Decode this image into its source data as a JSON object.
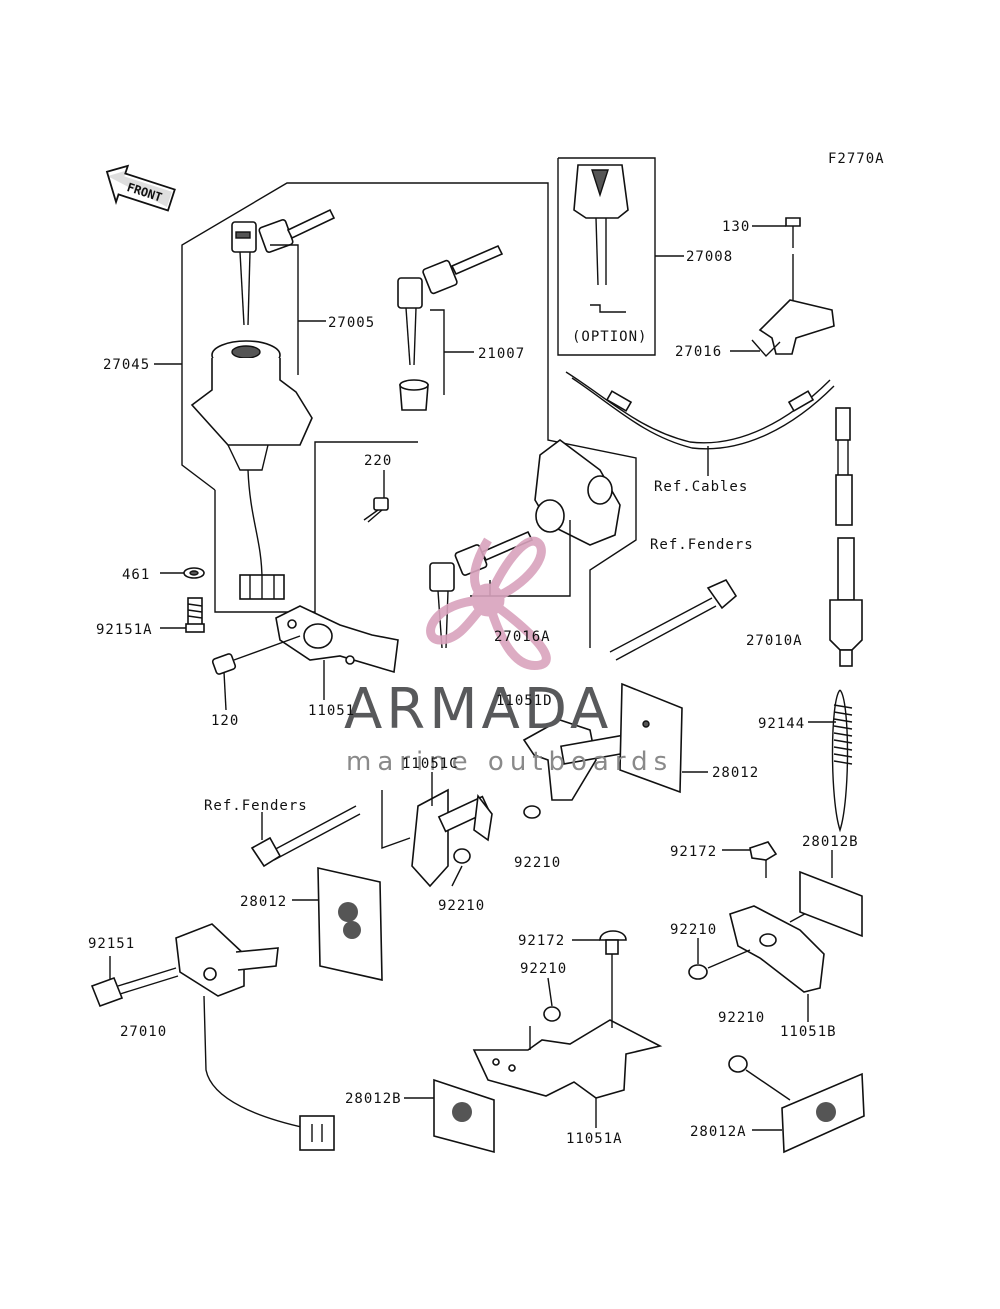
{
  "diagram": {
    "code": "F2770A",
    "front_label": "FRONT",
    "option_label": "(OPTION)",
    "labels": {
      "p27045": "27045",
      "p27005": "27005",
      "p21007": "21007",
      "p27008": "27008",
      "p130": "130",
      "p27016": "27016",
      "ref_cables": "Ref.Cables",
      "ref_fenders_1": "Ref.Fenders",
      "p220": "220",
      "p461": "461",
      "p92151A": "92151A",
      "p120": "120",
      "p11051": "11051",
      "p27016A": "27016A",
      "p11051D": "11051D",
      "p27010A": "27010A",
      "p92144": "92144",
      "p28012_right": "28012",
      "p11051C": "11051C",
      "ref_fenders_2": "Ref.Fenders",
      "p92210_a": "92210",
      "p92172_a": "92172",
      "p28012B_right": "28012B",
      "p28012_left": "28012",
      "p92210_b": "92210",
      "p92151": "92151",
      "p92172_b": "92172",
      "p92210_c": "92210",
      "p92210_d": "92210",
      "p27010": "27010",
      "p92210_e": "92210",
      "p11051B": "11051B",
      "p28012B_left": "28012B",
      "p11051A": "11051A",
      "p28012A": "28012A"
    }
  },
  "watermark": {
    "brand": "ARMADA",
    "tagline": "marine outboards",
    "accent_color": "#d9a3bd",
    "text_color": "#58595b"
  }
}
